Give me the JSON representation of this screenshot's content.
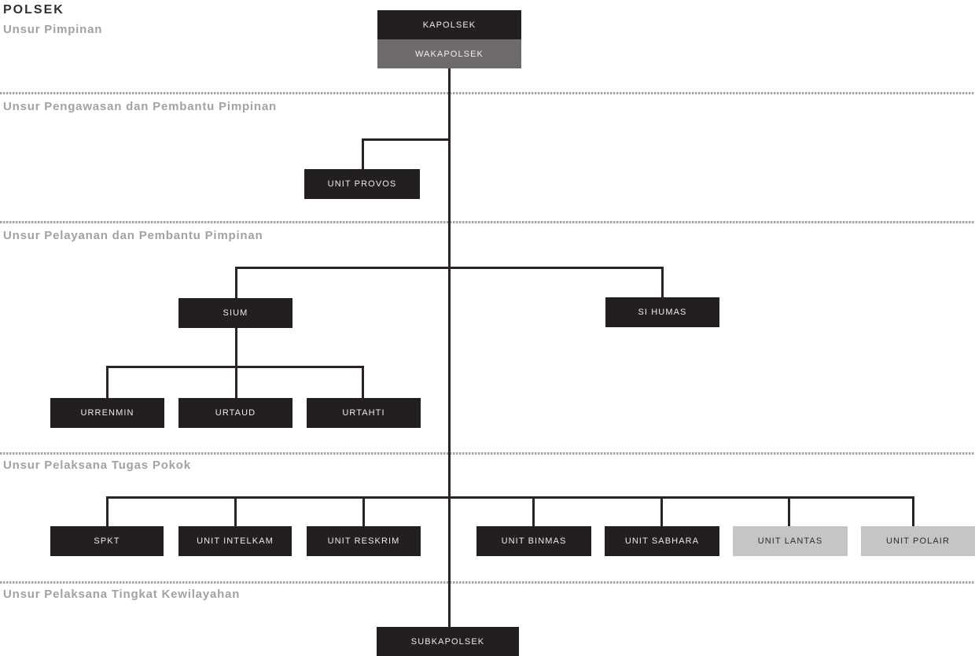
{
  "page": {
    "title": "POLSEK"
  },
  "section_headers": {
    "pimpinan": "Unsur Pimpinan",
    "pengawasan": "Unsur Pengawasan dan Pembantu Pimpinan",
    "pelayanan": "Unsur Pelayanan dan Pembantu Pimpinan",
    "tugas_pokok": "Unsur Pelaksana Tugas Pokok",
    "kewilayahan": "Unsur Pelaksana Tingkat Kewilayahan"
  },
  "nodes": {
    "kapolsek": {
      "label": "KAPOLSEK",
      "style": "dark"
    },
    "wakapolsek": {
      "label": "WAKAPOLSEK",
      "style": "gray"
    },
    "unit_provos": {
      "label": "UNIT PROVOS",
      "style": "dark"
    },
    "sium": {
      "label": "SIUM",
      "style": "dark"
    },
    "si_humas": {
      "label": "SI HUMAS",
      "style": "dark"
    },
    "urrenmin": {
      "label": "URRENMIN",
      "style": "dark"
    },
    "urtaud": {
      "label": "URTAUD",
      "style": "dark"
    },
    "urtahti": {
      "label": "URTAHTI",
      "style": "dark"
    },
    "spkt": {
      "label": "SPKT",
      "style": "dark"
    },
    "unit_intelkam": {
      "label": "UNIT INTELKAM",
      "style": "dark"
    },
    "unit_reskrim": {
      "label": "UNIT RESKRIM",
      "style": "dark"
    },
    "unit_binmas": {
      "label": "UNIT BINMAS",
      "style": "dark"
    },
    "unit_sabhara": {
      "label": "UNIT SABHARA",
      "style": "dark"
    },
    "unit_lantas": {
      "label": "UNIT LANTAS",
      "style": "light"
    },
    "unit_polair": {
      "label": "UNIT POLAIR",
      "style": "light"
    },
    "subkapolsek": {
      "label": "SUBKAPOLSEK",
      "style": "dark"
    }
  },
  "connections": [
    {
      "from": "KAPOLSEK",
      "to": [
        "WAKAPOLSEK"
      ]
    },
    {
      "from": "WAKAPOLSEK",
      "to": [
        "UNIT PROVOS",
        "SIUM",
        "SI HUMAS",
        "SPKT",
        "UNIT INTELKAM",
        "UNIT RESKRIM",
        "UNIT BINMAS",
        "UNIT SABHARA",
        "UNIT LANTAS",
        "UNIT POLAIR",
        "SUBKAPOLSEK"
      ]
    },
    {
      "from": "SIUM",
      "to": [
        "URRENMIN",
        "URTAUD",
        "URTAHTI"
      ]
    }
  ],
  "colors": {
    "background": "#ffffff",
    "node_dark": "#241f1f",
    "node_gray": "#6e6a6b",
    "node_light": "#c6c5c4",
    "node_text_light": "#eceaea",
    "node_text_dark": "#2e2c2c",
    "connector_line": "#2b2423",
    "separator_dashed": "#a5a5a5",
    "section_header_text": "#a3a1a2",
    "title_text": "#332e2e"
  }
}
